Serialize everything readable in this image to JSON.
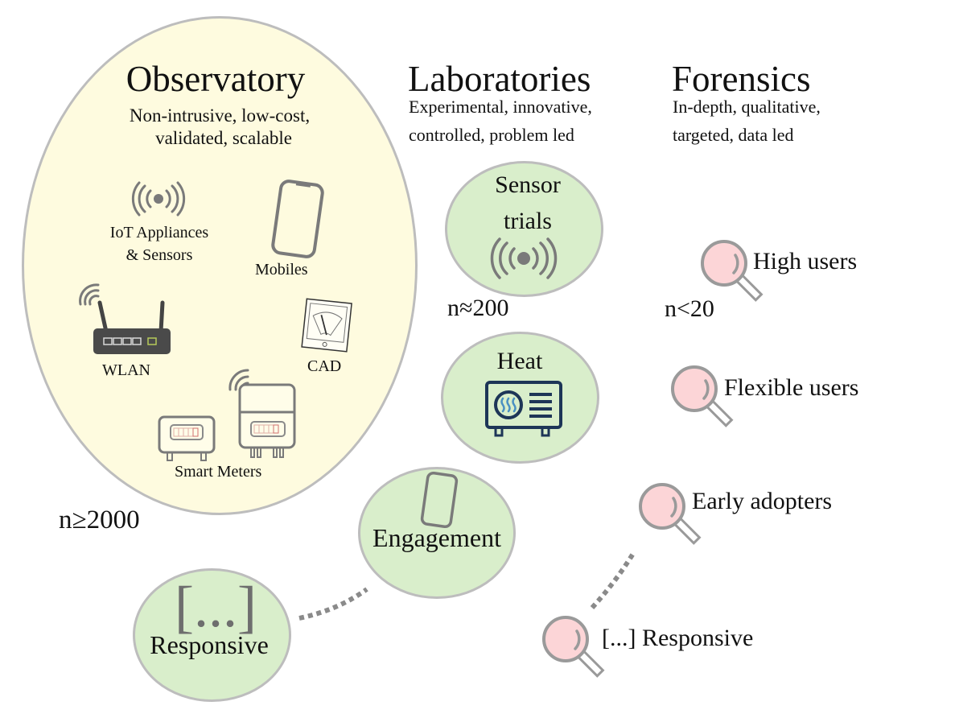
{
  "observatory": {
    "title": "Observatory",
    "subtitle_line1": "Non-intrusive, low-cost,",
    "subtitle_line2": "validated, scalable",
    "sample_size": "n≥2000",
    "items": [
      {
        "label_line1": "IoT Appliances",
        "label_line2": "& Sensors",
        "icon": "broadcast-icon"
      },
      {
        "label_line1": "Mobiles",
        "icon": "smartphone-icon"
      },
      {
        "label_line1": "WLAN",
        "icon": "router-icon"
      },
      {
        "label_line1": "CAD",
        "icon": "gauge-display-icon"
      },
      {
        "label_line1": "Smart Meters",
        "icon": "smart-meter-icon"
      }
    ]
  },
  "laboratories": {
    "title": "Laboratories",
    "subtitle_line1": "Experimental, innovative,",
    "subtitle_line2": "controlled, problem led",
    "sample_size": "n≈200",
    "items": [
      {
        "label_line1": "Sensor",
        "label_line2": "trials",
        "icon": "broadcast-icon"
      },
      {
        "label_line1": "Heat",
        "icon": "heat-pump-icon"
      },
      {
        "label_line1": "Engagement",
        "icon": "smartphone-icon"
      },
      {
        "label_line1": "Responsive",
        "icon": "ellipsis-bracket-icon",
        "icon_text": "[...]"
      }
    ]
  },
  "forensics": {
    "title": "Forensics",
    "subtitle_line1": "In-depth, qualitative,",
    "subtitle_line2": "targeted, data led",
    "sample_size": "n<20",
    "items": [
      {
        "label": "High users",
        "icon": "magnifier-icon"
      },
      {
        "label": "Flexible users",
        "icon": "magnifier-icon"
      },
      {
        "label": "Early adopters",
        "icon": "magnifier-icon"
      },
      {
        "label": "[...] Responsive",
        "icon": "magnifier-icon"
      }
    ]
  },
  "colors": {
    "observatory_fill": "#fefbdf",
    "laboratory_fill": "#d9eecb",
    "forensics_fill": "#fcd5d7",
    "outline": "#bdbdbd",
    "icon_gray": "#7a7a7a",
    "heat_icon_navy": "#1d3557",
    "heat_icon_blue": "#4a90c2"
  }
}
